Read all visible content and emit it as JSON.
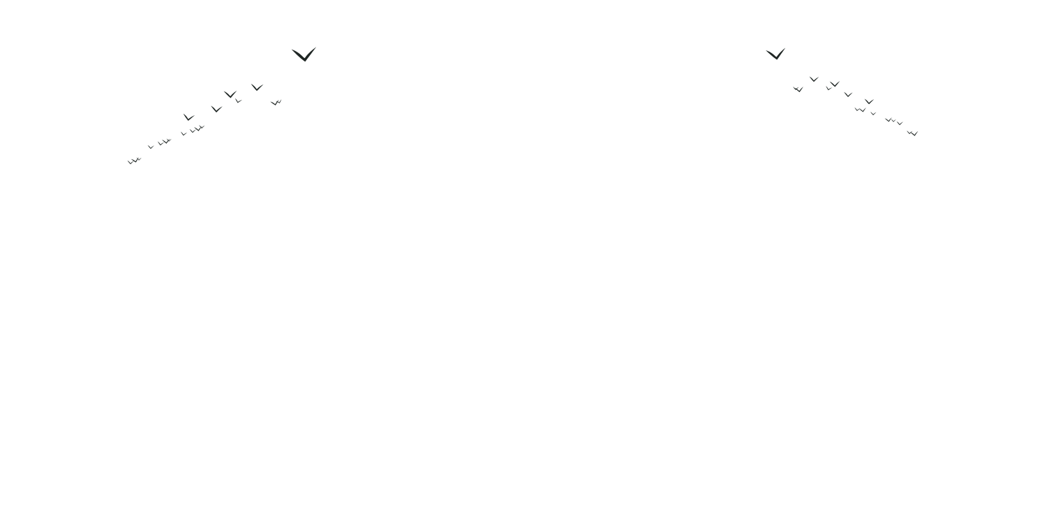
{
  "scene": {
    "background_color": "#ffffff",
    "bird_color": "#1f2624",
    "subject": "flying-bird-silhouettes",
    "flocks": [
      {
        "name": "left-flock",
        "bird_count": 19
      },
      {
        "name": "right-flock",
        "bird_count": 16
      }
    ]
  }
}
